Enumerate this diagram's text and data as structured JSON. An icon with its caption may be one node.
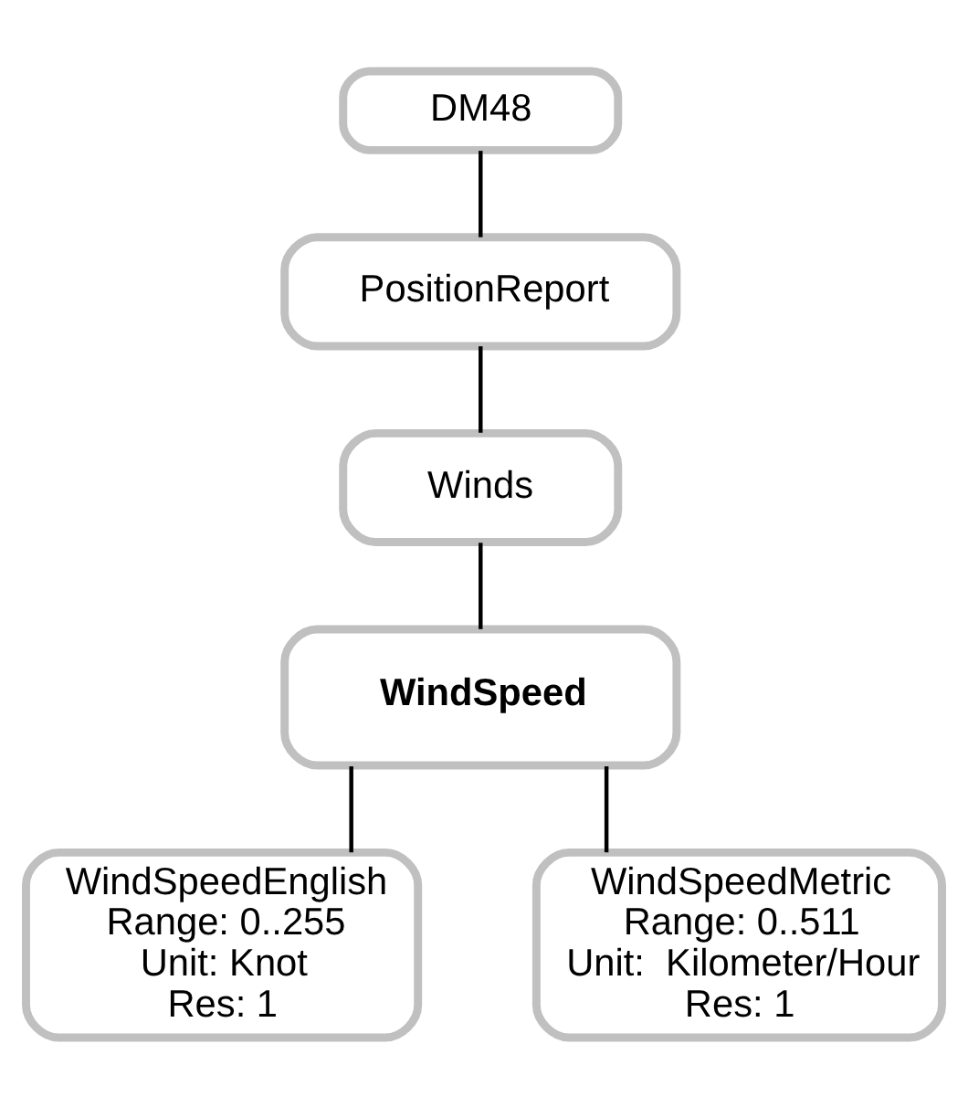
{
  "diagram": {
    "nodes": [
      {
        "text": [
          "DM48"
        ]
      },
      {
        "text": [
          "PositionReport"
        ]
      },
      {
        "text": [
          "Winds"
        ]
      },
      {
        "text": [
          "WindSpeed"
        ]
      },
      {
        "text": [
          "WindSpeedEnglish",
          "Range: 0..255",
          "Unit: Knot",
          "Res: 1"
        ]
      },
      {
        "text": [
          "WindSpeedMetric",
          "Range: 0..511",
          "Unit:  Kilometer/Hour",
          "Res: 1"
        ]
      }
    ],
    "edges": [
      {
        "from": 0,
        "to": 1,
        "arrow": "none"
      },
      {
        "from": 1,
        "to": 2,
        "arrow": "none"
      },
      {
        "from": 2,
        "to": 3,
        "arrow": "none"
      },
      {
        "from": 3,
        "to": 4,
        "arrow": "none"
      },
      {
        "from": 3,
        "to": 5,
        "arrow": "none"
      }
    ]
  }
}
